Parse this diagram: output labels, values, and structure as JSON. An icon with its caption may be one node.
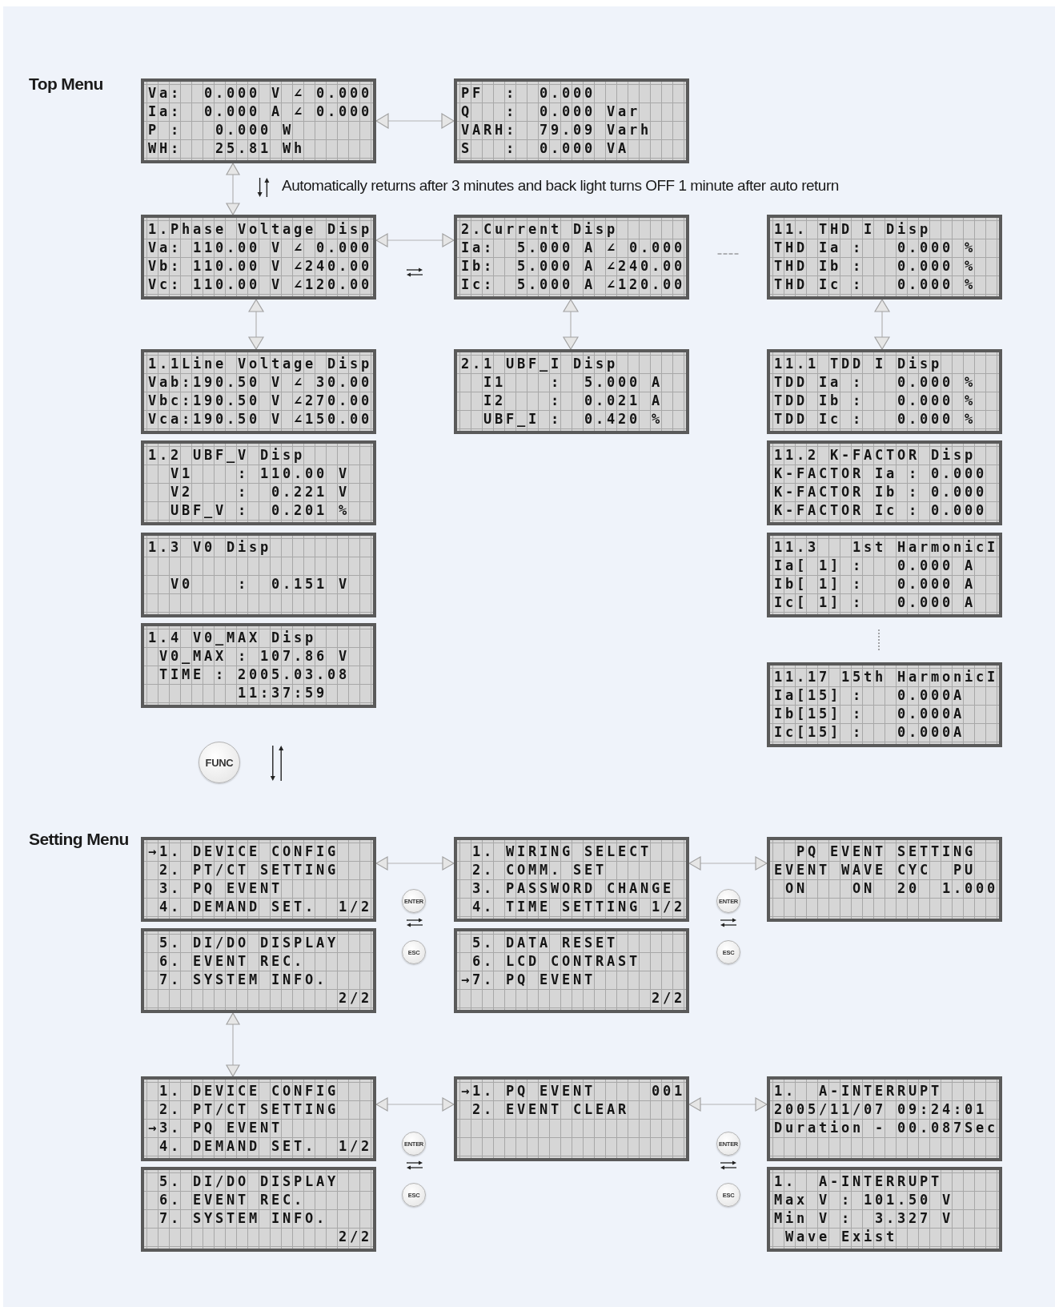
{
  "diagram": {
    "nodes": [
      {
        "text": [
          "Va:  0.000 V ∠ 0.000",
          "Ia:  0.000 A ∠ 0.000",
          "P :   0.000 W",
          "WH:   25.81 Wh"
        ]
      },
      {
        "text": [
          "PF  :  0.000",
          "Q   :  0.000 Var",
          "VARH:  79.09 Varh",
          "S   :  0.000 VA"
        ]
      },
      {
        "text": [
          "1.Phase Voltage Disp",
          "Va: 110.00 V ∠ 0.000",
          "Vb: 110.00 V ∠240.00",
          "Vc: 110.00 V ∠120.00"
        ]
      },
      {
        "text": [
          "2.Current Disp",
          "Ia:  5.000 A ∠ 0.000",
          "Ib:  5.000 A ∠240.00",
          "Ic:  5.000 A ∠120.00"
        ]
      },
      {
        "text": [
          "11. THD I Disp",
          "THD Ia :   0.000 %",
          "THD Ib :   0.000 %",
          "THD Ic :   0.000 %"
        ]
      },
      {
        "text": [
          "1.1Line Voltage Disp",
          "Vab:190.50 V ∠ 30.00",
          "Vbc:190.50 V ∠270.00",
          "Vca:190.50 V ∠150.00"
        ]
      },
      {
        "text": [
          "2.1 UBF_I Disp",
          "  I1    :  5.000 A",
          "  I2    :  0.021 A",
          "  UBF_I :  0.420 %"
        ]
      },
      {
        "text": [
          "11.1 TDD I Disp",
          "TDD Ia :   0.000 %",
          "TDD Ib :   0.000 %",
          "TDD Ic :   0.000 %"
        ]
      },
      {
        "text": [
          "1.2 UBF_V Disp",
          "  V1    : 110.00 V",
          "  V2    :  0.221 V",
          "  UBF_V :  0.201 %"
        ]
      },
      {
        "text": [
          "11.2 K-FACTOR Disp",
          "K-FACTOR Ia : 0.000",
          "K-FACTOR Ib : 0.000",
          "K-FACTOR Ic : 0.000"
        ]
      },
      {
        "text": [
          "1.3 V0 Disp",
          "  V0    :  0.151 V"
        ]
      },
      {
        "text": [
          "11.3   1st HarmonicI",
          "Ia[ 1] :   0.000 A",
          "Ib[ 1] :   0.000 A",
          "Ic[ 1] :   0.000 A"
        ]
      },
      {
        "text": [
          "1.4 V0_MAX Disp",
          " V0_MAX : 107.86 V",
          " TIME : 2005.03.08",
          "        11:37:59"
        ]
      },
      {
        "text": [
          "11.17 15th HarmonicI",
          "Ia[15] :   0.000A",
          "Ib[15] :   0.000A",
          "Ic[15] :   0.000A"
        ]
      },
      {
        "text": [
          "FUNC"
        ]
      },
      {
        "text": [
          "→1. DEVICE CONFIG",
          " 2. PT/CT SETTING",
          " 3. PQ EVENT",
          " 4. DEMAND SET.  1/2"
        ]
      },
      {
        "text": [
          " 1. WIRING SELECT",
          " 2. COMM. SET",
          " 3. PASSWORD CHANGE",
          " 4. TIME SETTING 1/2"
        ]
      },
      {
        "text": [
          "  PQ EVENT SETTING",
          "EVENT WAVE CYC  PU",
          " ON    ON  20  1.000"
        ]
      },
      {
        "text": [
          " 5. DI/DO DISPLAY",
          " 6. EVENT REC.",
          " 7. SYSTEM INFO.",
          "                 2/2"
        ]
      },
      {
        "text": [
          " 5. DATA RESET",
          " 6. LCD CONTRAST",
          "→7. PQ EVENT",
          "                 2/2"
        ]
      },
      {
        "text": [
          " 1. DEVICE CONFIG",
          " 2. PT/CT SETTING",
          "→3. PQ EVENT",
          " 4. DEMAND SET.  1/2"
        ]
      },
      {
        "text": [
          "→1. PQ EVENT     001",
          " 2. EVENT CLEAR"
        ]
      },
      {
        "text": [
          "1.  A-INTERRUPT",
          "2005/11/07 09:24:01",
          "Duration - 00.087Sec"
        ]
      },
      {
        "text": [
          " 5. DI/DO DISPLAY",
          " 6. EVENT REC.",
          " 7. SYSTEM INFO.",
          "                 2/2"
        ]
      },
      {
        "text": [
          "1.  A-INTERRUPT",
          "Max V : 101.50 V",
          "Min V :  3.327 V",
          " Wave Exist"
        ]
      },
      {
        "text": [
          "ENTER"
        ]
      },
      {
        "text": [
          "ESC"
        ]
      },
      {
        "text": [
          "ENTER"
        ]
      },
      {
        "text": [
          "ESC"
        ]
      },
      {
        "text": [
          "ENTER"
        ]
      },
      {
        "text": [
          "ESC"
        ]
      },
      {
        "text": [
          "ENTER"
        ]
      },
      {
        "text": [
          "ESC"
        ]
      }
    ],
    "edges": [
      {
        "from": 0,
        "to": 1,
        "arrow": "both"
      },
      {
        "from": 0,
        "to": 2,
        "arrow": "both"
      },
      {
        "from": 2,
        "to": 3,
        "arrow": "both"
      },
      {
        "from": 3,
        "to": 4,
        "arrow": "none",
        "style": "dashed"
      },
      {
        "from": 2,
        "to": 5,
        "arrow": "both"
      },
      {
        "from": 3,
        "to": 6,
        "arrow": "both"
      },
      {
        "from": 4,
        "to": 7,
        "arrow": "both"
      },
      {
        "from": 11,
        "to": 13,
        "arrow": "none",
        "style": "dashed"
      },
      {
        "from": 15,
        "to": 16,
        "arrow": "both"
      },
      {
        "from": 16,
        "to": 17,
        "arrow": "both"
      },
      {
        "from": 18,
        "to": 20,
        "arrow": "both"
      },
      {
        "from": 20,
        "to": 21,
        "arrow": "both"
      },
      {
        "from": 21,
        "to": 22,
        "arrow": "both"
      }
    ],
    "labels": [
      "Top Menu",
      "Automatically returns after 3 minutes and back light turns OFF 1 minute after auto return",
      "Setting Menu"
    ]
  }
}
